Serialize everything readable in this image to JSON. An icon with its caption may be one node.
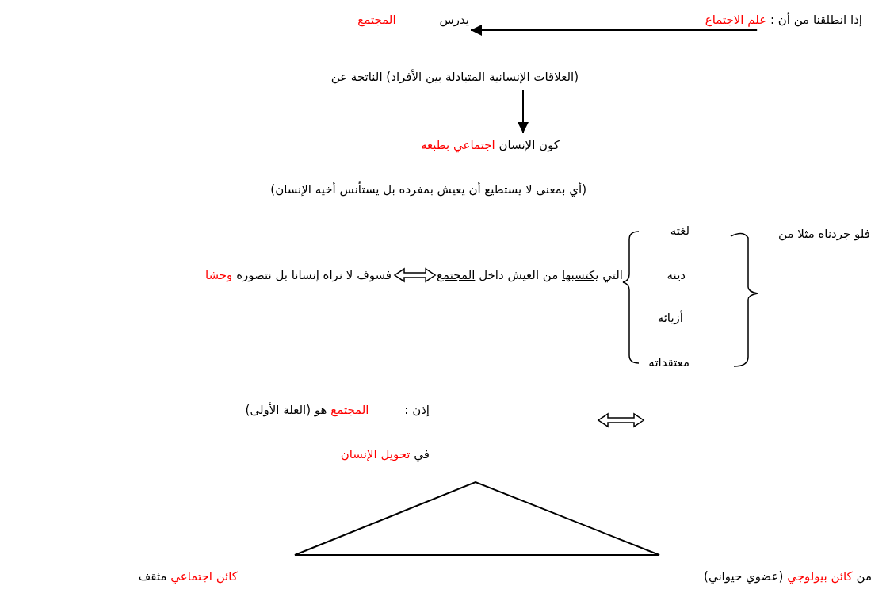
{
  "diagram": {
    "nodes": [
      {
        "text": [
          "إذا انطلقنا من أن :",
          "علم الاجتماع"
        ]
      },
      {
        "text": [
          "يدرس",
          "المجتمع"
        ]
      },
      {
        "text": [
          "(العلاقات الإنسانية المتبادلة بين الأفراد) الناتجة عن"
        ]
      },
      {
        "text": [
          "كون الإنسان",
          "اجتماعي بطبعه"
        ]
      },
      {
        "text": [
          "فلو جردناه مثلا من"
        ]
      },
      {
        "text": [
          "التي",
          "يكتسبها",
          "من العيش داخل",
          "المجتمع"
        ]
      },
      {
        "text": [
          "فسوف لا نراه إنسانا بل نتصوره",
          "وحشا"
        ]
      },
      {
        "text": [
          "إذن :",
          "المجتمع",
          "هو (العلة الأولى)",
          "في",
          "تحويل الإنسان"
        ]
      },
      {
        "text": [],
        "shape": "triangle"
      },
      {
        "text": [
          "من",
          "كائن بيولوجي",
          "(عضوي حيواني)"
        ]
      },
      {
        "text": [
          "كائن اجتماعي",
          "مثقف"
        ]
      }
    ],
    "edges": [
      {
        "from": 0,
        "to": 1,
        "arrow": "to"
      },
      {
        "from": 2,
        "to": 3,
        "arrow": "to"
      },
      {
        "from": 5,
        "to": 6,
        "arrow": "both"
      }
    ],
    "labels": [
      "(أي بمعنى لا يستطيع أن يعيش بمفرده بل يستأنس أخيه الإنسان)",
      "لغته",
      "دينه",
      "أزيائه",
      "معتقداته"
    ]
  }
}
